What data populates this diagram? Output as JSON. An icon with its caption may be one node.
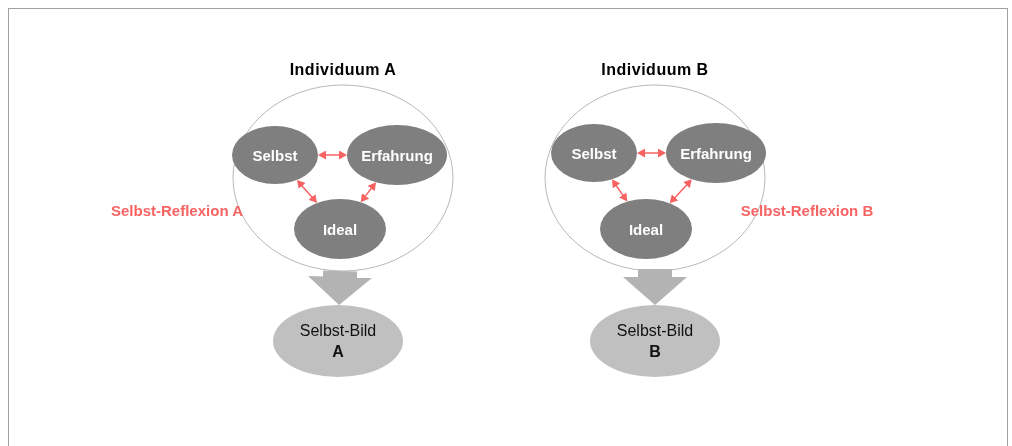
{
  "diagram": {
    "nodes": [
      {
        "text": [
          "Individuum A"
        ]
      },
      {
        "text": [
          "Selbst"
        ],
        "in": 0
      },
      {
        "text": [
          "Erfahrung"
        ],
        "in": 0
      },
      {
        "text": [
          "Ideal"
        ],
        "in": 0
      },
      {
        "text": [
          "Selbst-Bild **A**"
        ]
      },
      {
        "text": [
          "Individuum B"
        ]
      },
      {
        "text": [
          "Selbst"
        ],
        "in": 5
      },
      {
        "text": [
          "Erfahrung"
        ],
        "in": 5
      },
      {
        "text": [
          "Ideal"
        ],
        "in": 5
      },
      {
        "text": [
          "Selbst-Bild **B**"
        ]
      }
    ],
    "edges": [
      {
        "from": 1,
        "to": 2,
        "arrow": "both"
      },
      {
        "from": 1,
        "to": 3,
        "arrow": "both"
      },
      {
        "from": 2,
        "to": 3,
        "arrow": "both"
      },
      {
        "from": 0,
        "to": 4,
        "arrow": "to",
        "style": "thick",
        "color": "#b3b3b3"
      },
      {
        "from": 6,
        "to": 7,
        "arrow": "both"
      },
      {
        "from": 6,
        "to": 8,
        "arrow": "both"
      },
      {
        "from": 7,
        "to": 8,
        "arrow": "both"
      },
      {
        "from": 5,
        "to": 9,
        "arrow": "to",
        "style": "thick",
        "color": "#b3b3b3"
      }
    ],
    "labels": [
      "Selbst-Reflexion A",
      "Selbst-Reflexion B"
    ]
  }
}
